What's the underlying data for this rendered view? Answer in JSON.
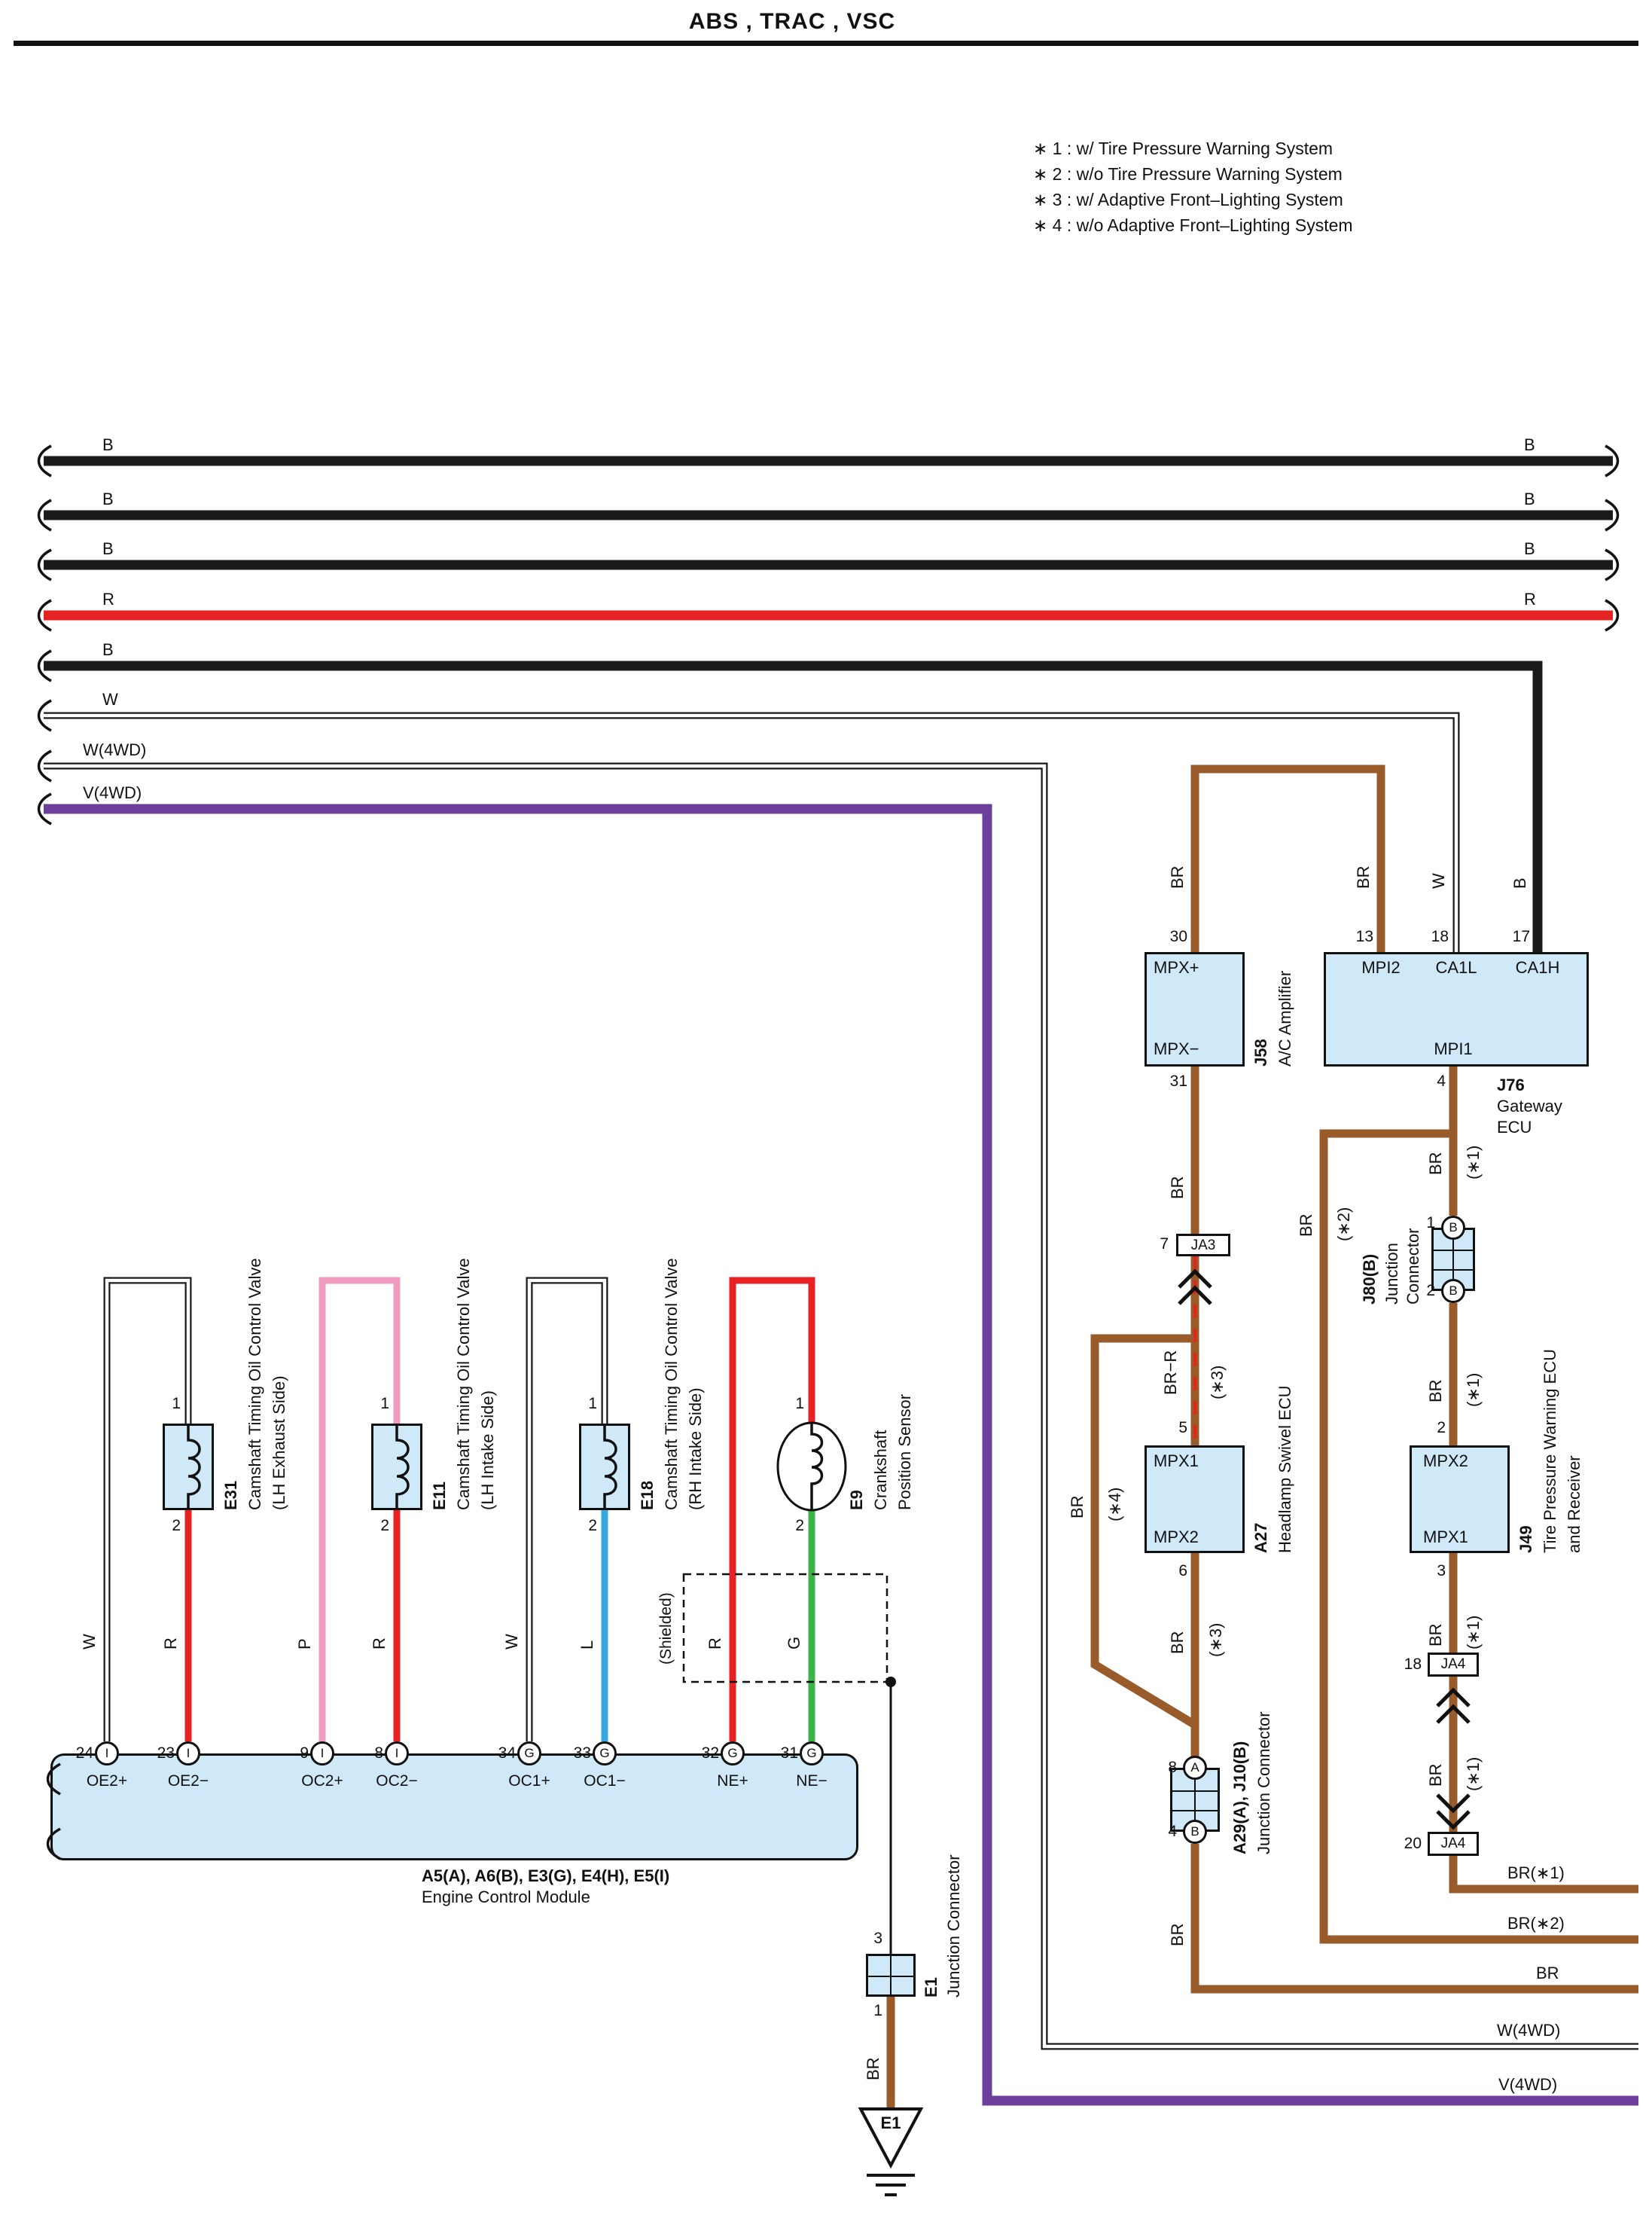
{
  "title": "ABS , TRAC , VSC",
  "notes": [
    "∗ 1 : w/ Tire Pressure Warning System",
    "∗ 2 : w/o Tire Pressure Warning System",
    "∗ 3 : w/ Adaptive Front–Lighting System",
    "∗ 4 : w/o Adaptive Front–Lighting System"
  ],
  "wires": {
    "b": "B",
    "r": "R",
    "w": "W",
    "p": "P",
    "l": "L",
    "g": "G",
    "br": "BR",
    "brr": "BR−R",
    "w4wd": "W(4WD)",
    "v4wd": "V(4WD)",
    "br_s1": "BR(∗1)",
    "br_s2": "BR(∗2)",
    "s1": "(∗1)",
    "s2": "(∗2)",
    "s3": "(∗3)",
    "s4": "(∗4)",
    "shielded": "(Shielded)"
  },
  "colors": {
    "black": "#1a1a1a",
    "red": "#e62222",
    "pink": "#f09cc0",
    "blue": "#36a9e1",
    "green": "#3cb44a",
    "brown": "#9a5b2b",
    "violet": "#6b3f9b",
    "white_wire": "#ffffff",
    "component_fill": "#cfe9f8"
  },
  "e31": {
    "id": "E31",
    "desc1": "Camshaft Timing Oil Control Valve",
    "desc2": "(LH Exhaust Side)",
    "pin1": "1",
    "pin2": "2",
    "wire1": "W",
    "wire2": "R"
  },
  "e11": {
    "id": "E11",
    "desc1": "Camshaft Timing Oil Control Valve",
    "desc2": "(LH Intake Side)",
    "pin1": "1",
    "pin2": "2",
    "wire1": "P",
    "wire2": "R"
  },
  "e18": {
    "id": "E18",
    "desc1": "Camshaft Timing Oil Control Valve",
    "desc2": "(RH Intake Side)",
    "pin1": "1",
    "pin2": "2",
    "wire1": "W",
    "wire2": "L"
  },
  "e9": {
    "id": "E9",
    "desc1": "Crankshaft",
    "desc2": "Position Sensor",
    "pin1": "1",
    "pin2": "2",
    "wire1": "R",
    "wire2": "G"
  },
  "ecm": {
    "caption1": "A5(A), A6(B), E3(G), E4(H), E5(I)",
    "caption2": "Engine Control Module",
    "terminals": [
      {
        "num": "24",
        "letter": "I",
        "label": "OE2+"
      },
      {
        "num": "23",
        "letter": "I",
        "label": "OE2−"
      },
      {
        "num": "9",
        "letter": "I",
        "label": "OC2+"
      },
      {
        "num": "8",
        "letter": "I",
        "label": "OC2−"
      },
      {
        "num": "34",
        "letter": "G",
        "label": "OC1+"
      },
      {
        "num": "33",
        "letter": "G",
        "label": "OC1−"
      },
      {
        "num": "32",
        "letter": "G",
        "label": "NE+"
      },
      {
        "num": "31",
        "letter": "G",
        "label": "NE−"
      }
    ]
  },
  "j58": {
    "id": "J58",
    "name": "A/C Amplifier",
    "pin_top": "30",
    "pin_bottom": "31",
    "term_top": "MPX+",
    "term_bottom": "MPX−"
  },
  "j76": {
    "id": "J76",
    "name1": "Gateway",
    "name2": "ECU",
    "pin1": "13",
    "term1": "MPI2",
    "pin2": "18",
    "term2": "CA1L",
    "pin3": "17",
    "term3": "CA1H",
    "pin4": "4",
    "term4": "MPI1"
  },
  "ja3": {
    "label": "JA3",
    "pin": "7"
  },
  "j80": {
    "id": "J80(B)",
    "name1": "Junction",
    "name2": "Connector",
    "pin1": "1",
    "pin2": "2",
    "letter": "B"
  },
  "a27": {
    "id": "A27",
    "name": "Headlamp Swivel ECU",
    "term_top": "MPX1",
    "term_bottom": "MPX2",
    "pin_top": "5",
    "pin_bottom": "6"
  },
  "j49": {
    "id": "J49",
    "name1": "Tire Pressure Warning ECU",
    "name2": "and Receiver",
    "term_top": "MPX2",
    "term_bottom": "MPX1",
    "pin_top": "2",
    "pin_bottom": "3"
  },
  "ja4a": {
    "label": "JA4",
    "pin": "18"
  },
  "ja4b": {
    "label": "JA4",
    "pin": "20"
  },
  "a29": {
    "id": "A29(A), J10(B)",
    "name": "Junction Connector",
    "pin_top": "8",
    "letter_top": "A",
    "pin_bottom": "4",
    "letter_bottom": "B"
  },
  "e1j": {
    "id": "E1",
    "name": "Junction Connector",
    "pin_top": "3",
    "pin_bottom": "1",
    "wire": "BR"
  },
  "ground": {
    "label": "E1"
  }
}
